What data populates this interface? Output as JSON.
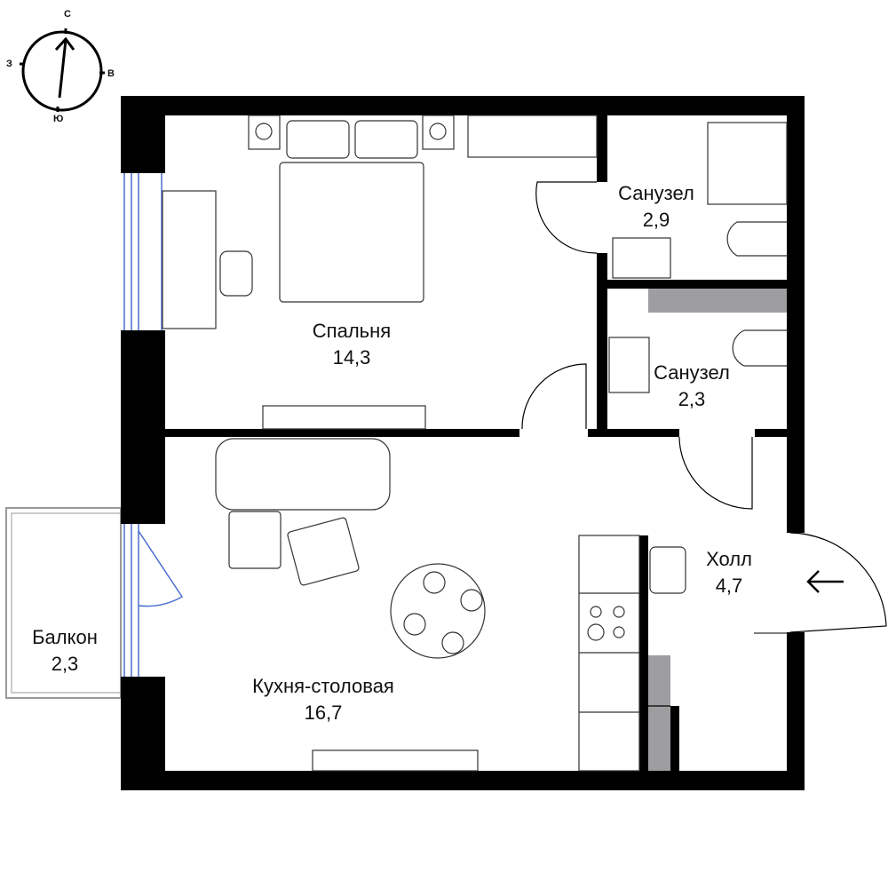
{
  "compass": {
    "north": "С",
    "south": "Ю",
    "east": "В",
    "west": "З"
  },
  "rooms": [
    {
      "name": "Спальня",
      "area": "14,3"
    },
    {
      "name": "Санузел",
      "area": "2,9"
    },
    {
      "name": "Санузел",
      "area": "2,3"
    },
    {
      "name": "Холл",
      "area": "4,7"
    },
    {
      "name": "Кухня-столовая",
      "area": "16,7"
    },
    {
      "name": "Балкон",
      "area": "2,3"
    }
  ],
  "colors": {
    "wall": "#000000",
    "window": "#4a6fd1",
    "shaft": "#9e9ea0"
  }
}
